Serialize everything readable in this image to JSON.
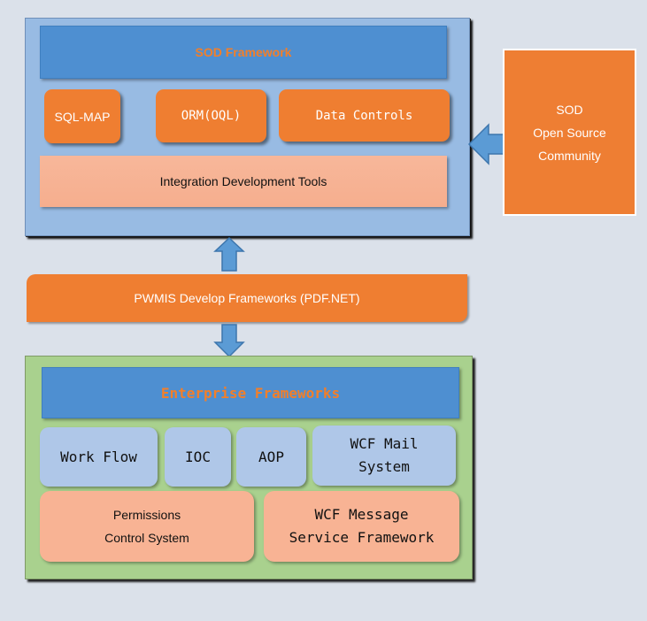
{
  "sod_framework": {
    "title": "SOD Framework",
    "modules": [
      "SQL-MAP",
      "ORM(OQL)",
      "Data Controls"
    ],
    "tools": "Integration Development Tools"
  },
  "community": {
    "line1": "SOD",
    "line2": "Open Source",
    "line3": "Community"
  },
  "pwmis": {
    "label": "PWMIS Develop Frameworks (PDF.NET)"
  },
  "enterprise": {
    "title": "Enterprise Frameworks",
    "modules": [
      "Work Flow",
      "IOC",
      "AOP",
      "WCF Mail\nSystem"
    ],
    "permissions": "Permissions\nControl System",
    "wcf_message": "WCF Message\nService Framework"
  },
  "colors": {
    "accent_orange": "#ef7e31",
    "title_blue": "#4e8fd1",
    "arrow_blue": "#5b9bd5",
    "panel_blue": "#98bbe3",
    "panel_green": "#a9d18e"
  }
}
